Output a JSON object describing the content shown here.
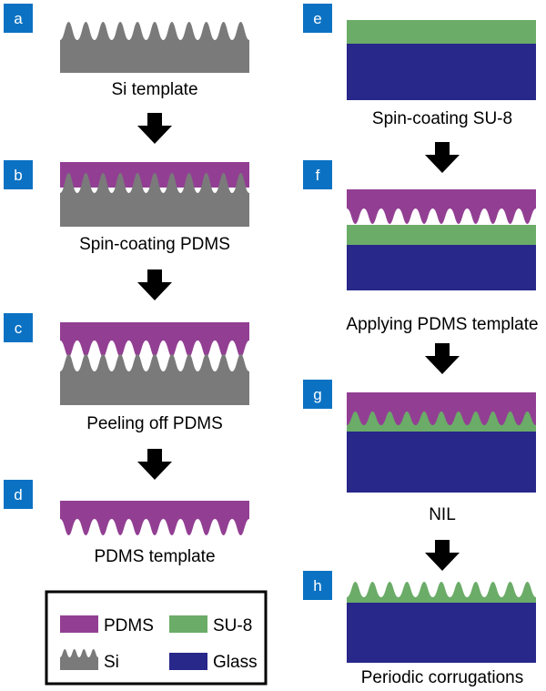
{
  "colors": {
    "pdms": "#923f93",
    "su8": "#6bac68",
    "si": "#7a7a7a",
    "glass": "#28278a",
    "badge": "#0b72c3",
    "arrow": "#000000"
  },
  "steps": {
    "a": {
      "badge": "a",
      "caption": "Si template"
    },
    "b": {
      "badge": "b",
      "caption": "Spin-coating PDMS"
    },
    "c": {
      "badge": "c",
      "caption": "Peeling off PDMS"
    },
    "d": {
      "badge": "d",
      "caption": "PDMS template"
    },
    "e": {
      "badge": "e",
      "caption": "Spin-coating SU-8"
    },
    "f": {
      "badge": "f",
      "caption": "Applying PDMS template"
    },
    "g": {
      "badge": "g",
      "caption": "NIL"
    },
    "h": {
      "badge": "h",
      "caption": "Periodic corrugations"
    }
  },
  "legend": {
    "pdms": "PDMS",
    "su8": "SU-8",
    "si": "Si",
    "glass": "Glass"
  }
}
